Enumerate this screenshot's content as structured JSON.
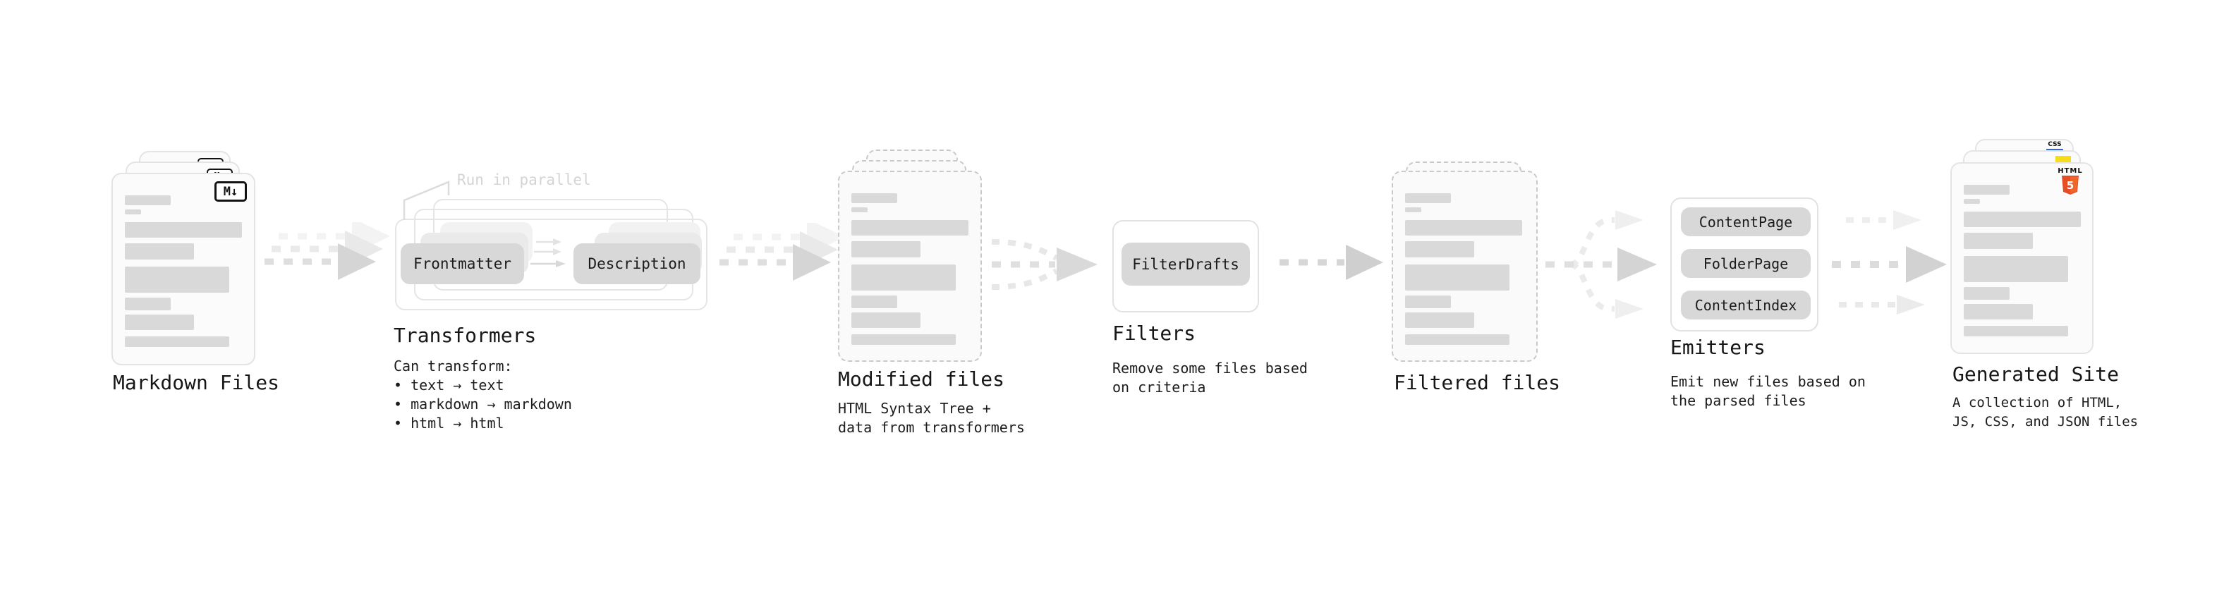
{
  "diagram_title": "Static site generation pipeline",
  "stages": {
    "markdown_files": {
      "label": "Markdown Files",
      "badge": "M↓"
    },
    "transformers": {
      "label": "Transformers",
      "annotation": "Run in parallel",
      "pills": [
        "Frontmatter",
        "Description"
      ],
      "description": "Can transform:\n • text → text\n • markdown → markdown\n • html → html"
    },
    "modified_files": {
      "label": "Modified files",
      "description": "HTML Syntax Tree +\ndata from transformers"
    },
    "filters": {
      "label": "Filters",
      "pills": [
        "FilterDrafts"
      ],
      "description": "Remove some files based\non criteria"
    },
    "filtered_files": {
      "label": "Filtered files"
    },
    "emitters": {
      "label": "Emitters",
      "pills": [
        "ContentPage",
        "FolderPage",
        "ContentIndex"
      ],
      "description": "Emit new files based on\nthe parsed files"
    },
    "generated_site": {
      "label": "Generated Site",
      "description": "A collection of HTML,\nJS, CSS, and JSON files",
      "badges": {
        "html_label": "HTML",
        "html_number": "5",
        "css_label": "CSS"
      }
    }
  },
  "colors": {
    "background": "#ffffff",
    "card_background": "#fbfbfb",
    "card_border": "#e4e4e4",
    "dashed_border": "#c9c9c9",
    "placeholder_bar": "#d9d9d9",
    "pill_background": "#d8d8d8",
    "arrow_gray": "#d5d5d5",
    "annotation_gray": "#d4d4d4",
    "text": "#1a1a1a",
    "html5_orange": "#e44d26",
    "js_yellow": "#f5de19",
    "css_blue": "#2965f1"
  }
}
